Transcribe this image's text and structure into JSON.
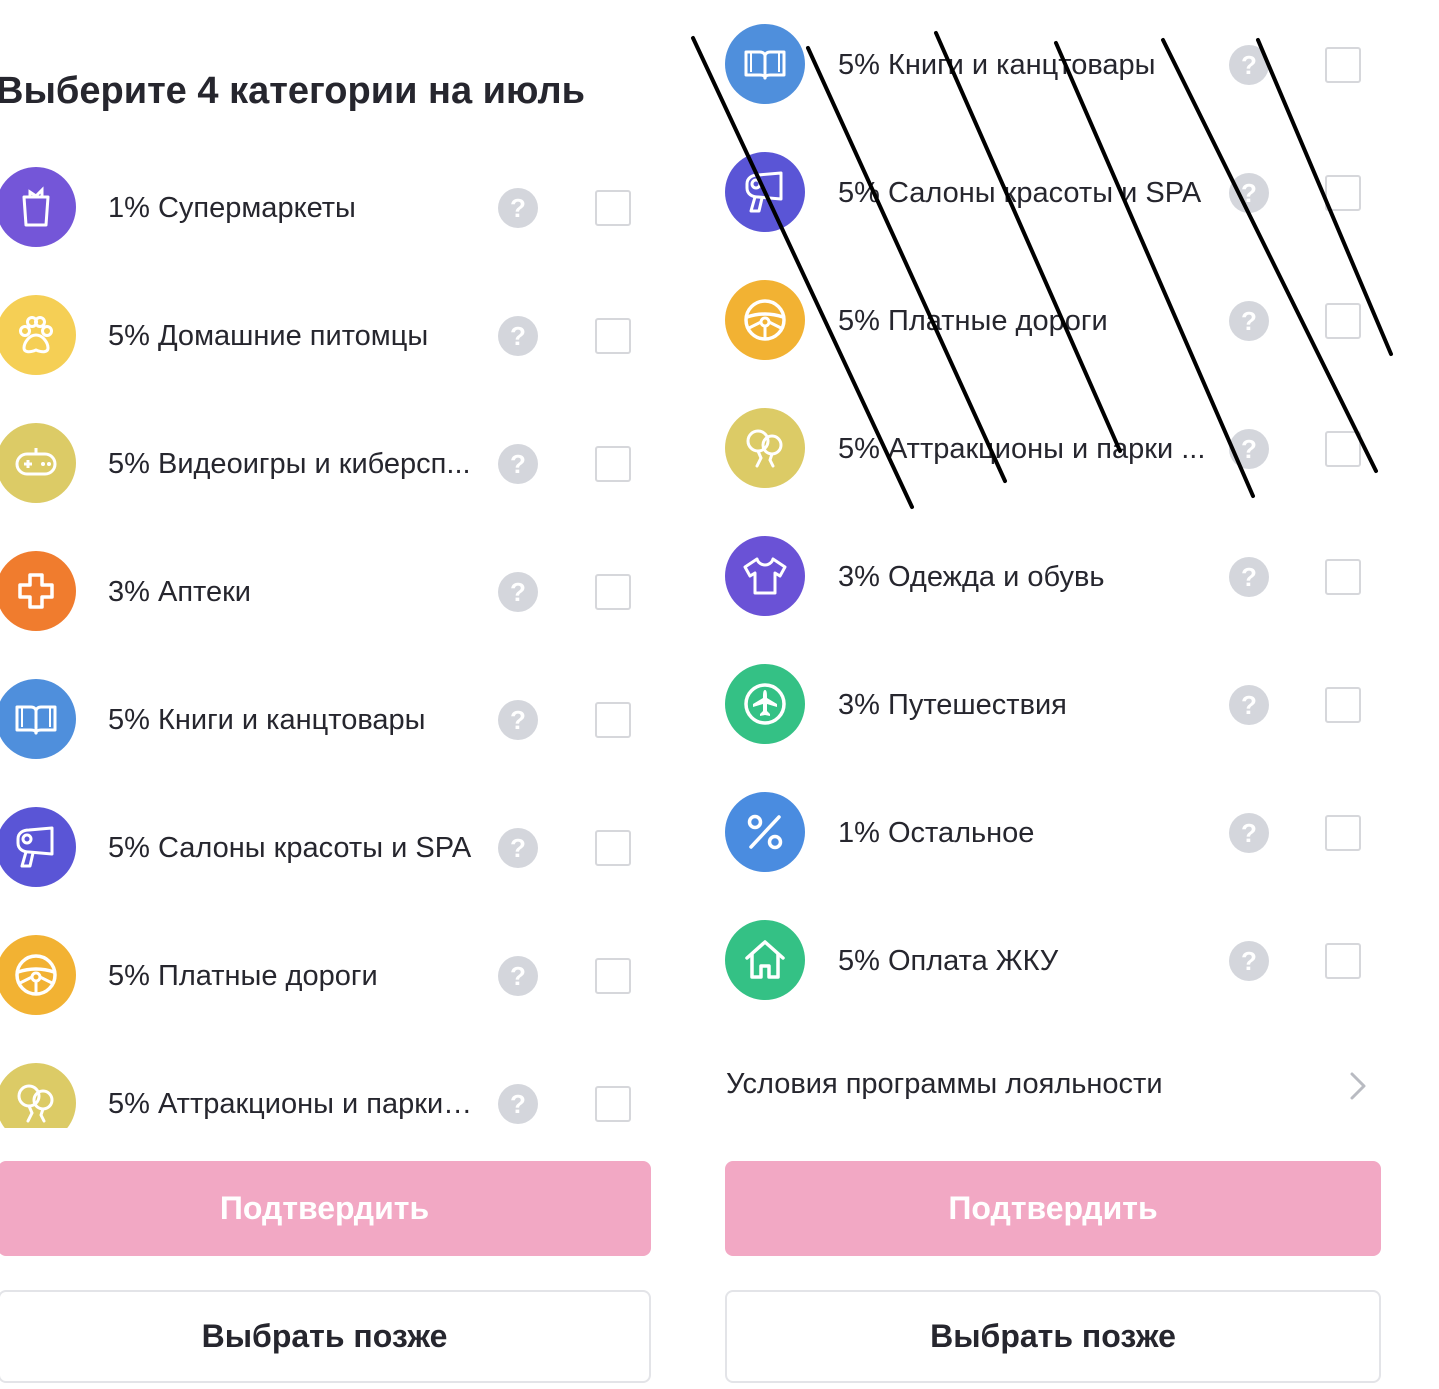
{
  "left_panel": {
    "title": "Выберите 4 категории на июль",
    "categories": [
      {
        "label": "1% Супермаркеты",
        "icon": "shopping-bag-icon",
        "color": "#7456d8",
        "checked": false
      },
      {
        "label": "5% Домашние питомцы",
        "icon": "paw-icon",
        "color": "#f5cf55",
        "checked": false
      },
      {
        "label": "5% Видеоигры и киберсп...",
        "icon": "gamepad-icon",
        "color": "#dccb66",
        "checked": false
      },
      {
        "label": "3% Аптеки",
        "icon": "cross-icon",
        "color": "#f07c2e",
        "checked": false
      },
      {
        "label": "5% Книги и канцтовары",
        "icon": "book-icon",
        "color": "#4f8fdc",
        "checked": false
      },
      {
        "label": "5% Салоны красоты и SPA",
        "icon": "hair-dryer-icon",
        "color": "#5a55d6",
        "checked": false
      },
      {
        "label": "5% Платные дороги",
        "icon": "steering-wheel-icon",
        "color": "#f2b233",
        "checked": false
      },
      {
        "label": "5% Аттракционы и парки ...",
        "icon": "balloons-icon",
        "color": "#dccb66",
        "checked": false
      }
    ],
    "help_glyph": "?",
    "confirm_label": "Подтвердить",
    "later_label": "Выбрать позже"
  },
  "right_panel": {
    "categories": [
      {
        "label": "5% Книги и канцтовары",
        "icon": "book-icon",
        "color": "#4f8fdc",
        "checked": false
      },
      {
        "label": "5% Салоны красоты и SPA",
        "icon": "hair-dryer-icon",
        "color": "#5a55d6",
        "checked": false
      },
      {
        "label": "5% Платные дороги",
        "icon": "steering-wheel-icon",
        "color": "#f2b233",
        "checked": false
      },
      {
        "label": "5% Аттракционы и парки ...",
        "icon": "balloons-icon",
        "color": "#dccb66",
        "checked": false
      },
      {
        "label": "3% Одежда и обувь",
        "icon": "t-shirt-icon",
        "color": "#6a52d6",
        "checked": false
      },
      {
        "label": "3% Путешествия",
        "icon": "airplane-icon",
        "color": "#34c185",
        "checked": false
      },
      {
        "label": "1% Остальное",
        "icon": "percent-icon",
        "color": "#4a8ce0",
        "checked": false
      },
      {
        "label": "5% Оплата ЖКУ",
        "icon": "house-icon",
        "color": "#34c185",
        "checked": false
      }
    ],
    "help_glyph": "?",
    "loyalty_link_label": "Условия программы лояльности",
    "confirm_label": "Подтвердить",
    "later_label": "Выбрать позже"
  },
  "colors": {
    "confirm_button_bg": "#f2a8c4",
    "help_icon_bg": "#d4d6dc",
    "checkbox_border": "#d6d7db",
    "hand_drawn_strokes": "#000000"
  }
}
